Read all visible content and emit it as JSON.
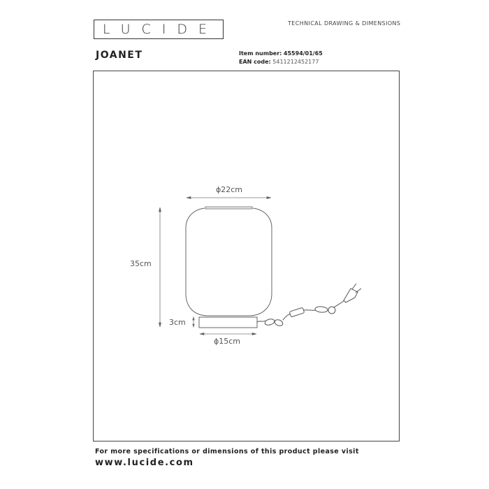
{
  "header": {
    "brand_logo_text": "LUCIDE",
    "document_type": "TECHNICAL DRAWING & DIMENSIONS",
    "product_name": "JOANET",
    "item_number_label": "Item number:",
    "item_number_value": "45594/01/65",
    "ean_label": "EAN code:",
    "ean_value": "5411212452177"
  },
  "drawing": {
    "dimensions": {
      "top_diameter": "ϕ22cm",
      "height": "35cm",
      "base_height": "3cm",
      "base_diameter": "ϕ15cm"
    },
    "colors": {
      "outline": "#555555",
      "dimension_line": "#666666",
      "frame": "#444444"
    }
  },
  "footer": {
    "info_text": "For more specifications or dimensions of this product please visit",
    "website": "www.lucide.com"
  }
}
